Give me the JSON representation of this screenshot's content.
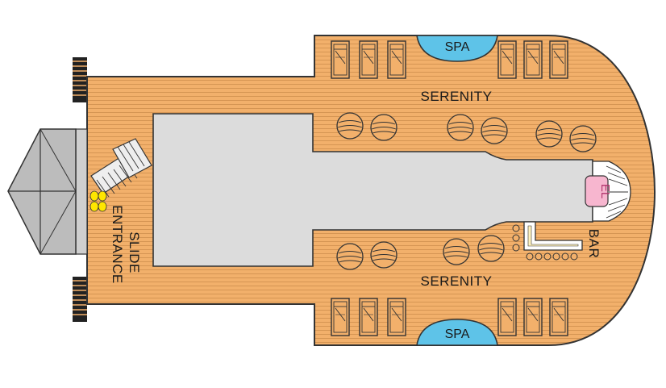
{
  "map": {
    "labels": {
      "serenity_top": "SERENITY",
      "serenity_bottom": "SERENITY",
      "spa_top": "SPA",
      "spa_bottom": "SPA",
      "elevator": "EL",
      "bar": "BAR",
      "slide_line1": "SLIDE",
      "slide_line2": "ENTRANCE"
    },
    "colors": {
      "deck_wood": "#f2b06b",
      "plank_line": "#c98a48",
      "pool_gray": "#dcdcdc",
      "spa_blue": "#5ec3e8",
      "elevator_pink": "#f7b6cf",
      "slide_yellow": "#ffe600",
      "outline": "#333333"
    }
  }
}
